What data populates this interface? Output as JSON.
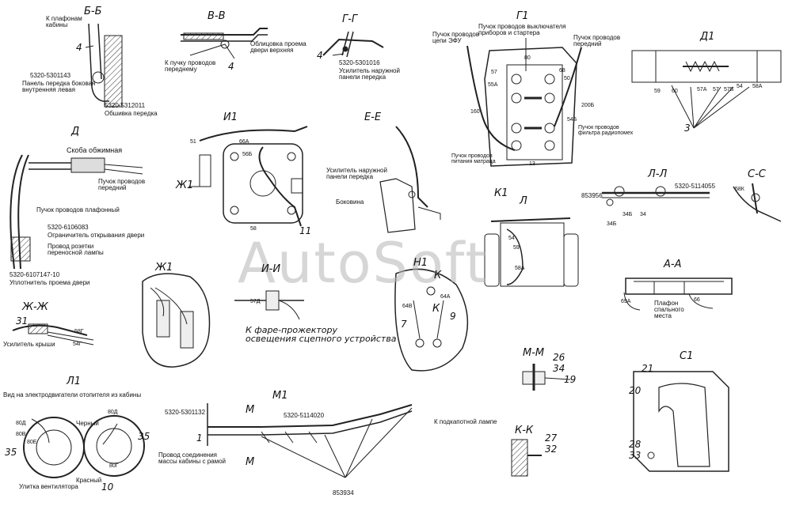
{
  "watermark": "AutoSoft",
  "sections": {
    "bb": {
      "title": "Б-Б",
      "to_lamps": "К плафонам\nкабины",
      "n4": "4",
      "part1": "5320-5301143",
      "panel": "Панель передка боковая\nвнутренняя левая",
      "part2": "5320-5312011",
      "trim": "Обшивка передка"
    },
    "vv": {
      "title": "В-В",
      "to_harness": "К пучку проводов\nпереднему",
      "n4": "4",
      "facing": "Облицовка проема\nдвери верхняя"
    },
    "gg": {
      "title": "Г-Г",
      "n4": "4",
      "part": "5320-5301016",
      "reinf": "Усилитель наружной\nпанели передка"
    },
    "g1": {
      "title": "Г1",
      "efu": "Пучок проводов\nцепи ЭФУ",
      "switch": "Пучок проводов выключателя\nприборов и стартера",
      "front": "Пучок проводов\nпередний",
      "filter": "Пучок проводов\nфильтра радиопомех",
      "mat": "Пучок проводов\nпитания матраца",
      "tags": [
        "80",
        "57",
        "55А",
        "160",
        "68",
        "50",
        "200Б",
        "54Б",
        "13"
      ]
    },
    "d1": {
      "title": "Д1",
      "n3": "3",
      "tags": [
        "59",
        "60",
        "57А",
        "57",
        "57Б",
        "54",
        "58А"
      ]
    },
    "d": {
      "title": "Д",
      "clamp": "Скоба обжимная",
      "front": "Пучок проводов\nпередний",
      "ceiling": "Пучок проводов плафонный",
      "part1": "5320-6106083",
      "limiter": "Ограничитель открывания двери",
      "socket": "Провод розетки\nпереносной лампы",
      "part2": "5320-6107147-10",
      "seal": "Уплотнитель проема двери"
    },
    "i1": {
      "title": "И1",
      "zh1": "Ж1",
      "n11": "11",
      "tags": [
        "51",
        "66А",
        "56Б",
        "58"
      ]
    },
    "ee": {
      "title": "Е-Е",
      "reinf": "Усилитель наружной\nпанели передка",
      "side": "Боковина"
    },
    "k1": {
      "title": "К1",
      "l": "Л",
      "tags": [
        "54",
        "59",
        "58А"
      ]
    },
    "ll": {
      "title": "Л-Л",
      "part1": "853956",
      "part2": "5320-5114055",
      "tags": [
        "34Б",
        "34",
        "34Б"
      ]
    },
    "cc": {
      "title": "С-С",
      "tags": [
        "58К"
      ]
    },
    "zh1": {
      "title": "Ж1"
    },
    "ii": {
      "title": "И-И",
      "tags": [
        "57Д"
      ],
      "note": "К фаре-прожектору\nосвещения сцепного устройства"
    },
    "n1": {
      "title": "Н1",
      "k": "К",
      "n7": "7",
      "n9": "9",
      "tags": [
        "64В",
        "64А"
      ]
    },
    "aa": {
      "title": "А-А",
      "lamp": "Плафон\nспального\nместа",
      "tags": [
        "69А",
        "66"
      ]
    },
    "zhzh": {
      "title": "Ж-Ж",
      "n31": "31",
      "roof": "Усилитель крыши",
      "tags": [
        "58Г",
        "54Г"
      ]
    },
    "l1": {
      "title": "Л1",
      "view": "Вид на электродвигатели отопителя из кабины",
      "black": "Черный",
      "red": "Красный",
      "snail": "Улитка вентилятора",
      "n35a": "35",
      "n35b": "35",
      "n10": "10",
      "tags": [
        "80Д",
        "80В",
        "80Д",
        "80Е",
        "80Г"
      ]
    },
    "m1": {
      "title": "М1",
      "part1": "5320-5301132",
      "part2": "5320-5114020",
      "part3": "853934",
      "ground": "Провод соединения\nмассы кабины с рамой",
      "lamp": "К подкапотной лампе",
      "m": "М",
      "n1": "1"
    },
    "mm": {
      "title": "М-М",
      "n26": "26",
      "n34": "34",
      "n19": "19"
    },
    "kk": {
      "title": "К-К",
      "n27": "27",
      "n32": "32"
    },
    "c1": {
      "title": "С1",
      "n21": "21",
      "n20": "20",
      "n28": "28",
      "n33": "33"
    }
  }
}
